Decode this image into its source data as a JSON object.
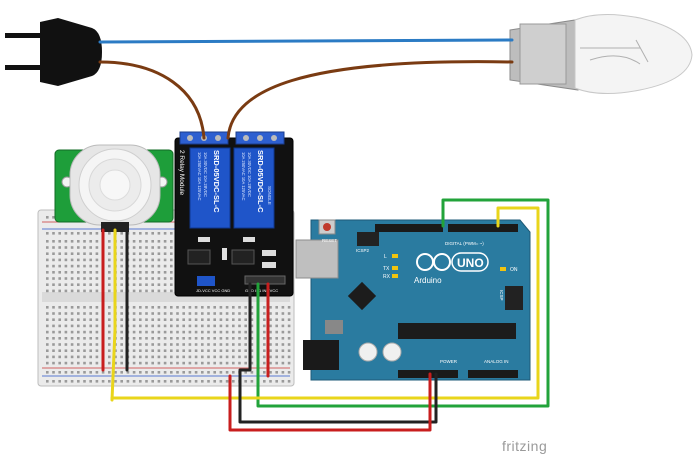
{
  "relay_module": {
    "side_label": "2 Relay Module",
    "relay1_lines": [
      "10A 250VAC 10A 125VAC",
      "10A 30VDC 10A 28VDC",
      "SRD-05VDC-SL-C"
    ],
    "relay2_lines": [
      "10A 250VAC 10A 125VAC",
      "10A 30VDC 10A 28VDC",
      "SRD-05VDC-SL-C"
    ],
    "brand": "SONGLE",
    "pin_labels": "JD-VCC VCC GND",
    "io_labels": "GND IN1 IN2 VCC"
  },
  "arduino": {
    "logo_text": "Arduino",
    "model": "UNO",
    "reset_label": "RESET",
    "icsp2_label": "ICSP2",
    "icsp_label": "ICSP",
    "digital_label": "DIGITAL (PWM= ~)",
    "power_label": "POWER",
    "analog_label": "ANALOG IN",
    "on_label": "ON",
    "tx_label": "TX",
    "rx_label": "RX",
    "l_label": "L"
  },
  "watermark": "fritzing",
  "colors": {
    "blue_wire": "#2b7bc4",
    "brown_wire": "#7a3b12",
    "green_wire": "#22a33a",
    "yellow_wire": "#e9d51b",
    "red_wire": "#c81e1e",
    "black_wire": "#222222",
    "arduino_board": "#2a7ba0",
    "relay_board": "#111111",
    "relay_body": "#1f55c9",
    "breadboard": "#e9e9e9"
  }
}
